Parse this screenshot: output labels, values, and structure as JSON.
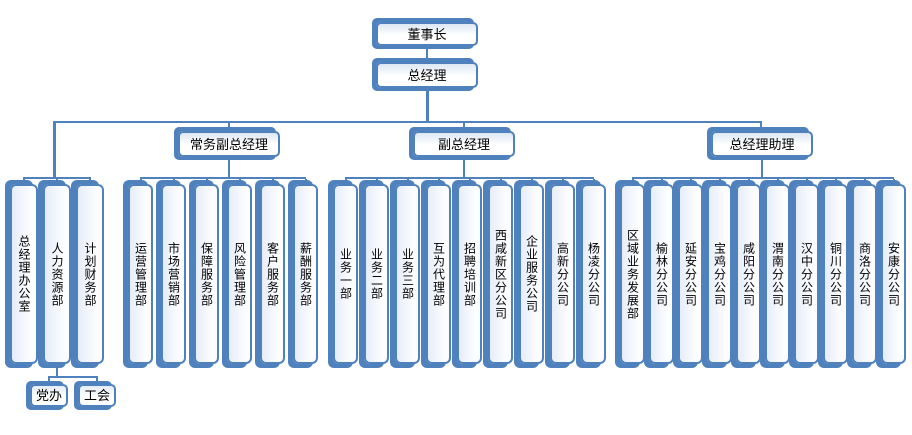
{
  "colors": {
    "accent": "#4f81bd",
    "box_fill": "#e6edf7",
    "background": "#ffffff",
    "text": "#000000"
  },
  "top": {
    "chairman": "董事长",
    "general_manager": "总经理"
  },
  "staff_group": {
    "departments": [
      "总经理办公室",
      "人力资源部",
      "计划财务部"
    ],
    "subordinates": [
      "党办",
      "工会"
    ]
  },
  "branches": [
    {
      "title": "常务副总经理",
      "children": [
        "运营管理部",
        "市场营销部",
        "保障服务部",
        "风险管理部",
        "客户服务部",
        "薪酬服务部"
      ]
    },
    {
      "title": "副总经理",
      "children": [
        "业务一部",
        "业务二部",
        "业务三部",
        "互为代理部",
        "招聘培训部",
        "西咸新区分公司",
        "企业服务公司",
        "高新分公司",
        "杨凌分公司"
      ]
    },
    {
      "title": "总经理助理",
      "children": [
        "区域业务发展部",
        "榆林分公司",
        "延安分公司",
        "宝鸡分公司",
        "咸阳分公司",
        "渭南分公司",
        "汉中分公司",
        "铜川分公司",
        "商洛分公司",
        "安康分公司"
      ]
    }
  ]
}
